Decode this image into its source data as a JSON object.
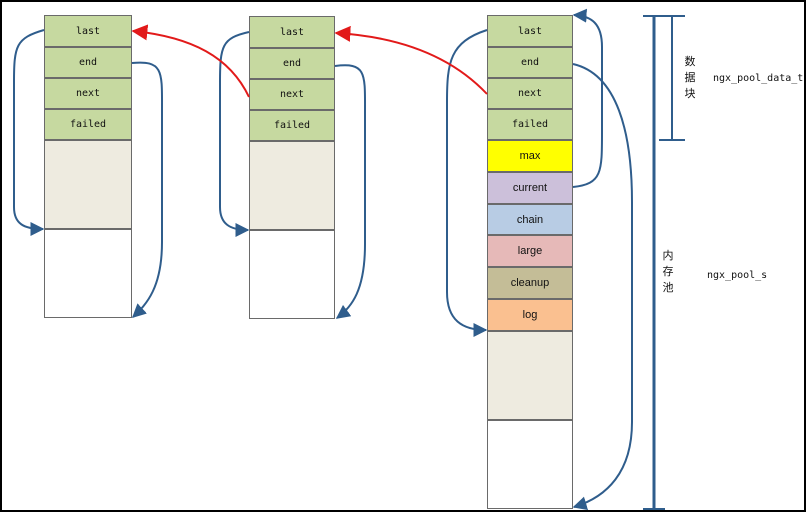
{
  "colors": {
    "header": "#c6d9a0",
    "gray": "#eeebe0",
    "max": "#ffff00",
    "current": "#ccc0da",
    "chain": "#b8cce4",
    "large": "#e6b9b8",
    "cleanup": "#c4bd97",
    "log": "#fac090",
    "blue_arrow": "#2f5d8c",
    "red_arrow": "#e21a1a"
  },
  "blocks": [
    {
      "fields": [
        "last",
        "end",
        "next",
        "failed"
      ]
    },
    {
      "fields": [
        "last",
        "end",
        "next",
        "failed"
      ]
    },
    {
      "fields": [
        "last",
        "end",
        "next",
        "failed"
      ],
      "pool_fields": [
        "max",
        "current",
        "chain",
        "large",
        "cleanup",
        "log"
      ]
    }
  ],
  "brackets": {
    "data_block": {
      "chars": [
        "数",
        "据",
        "块"
      ],
      "name": "ngx_pool_data_t"
    },
    "memory_pool": {
      "chars": [
        "内",
        "存",
        "池"
      ],
      "name": "ngx_pool_s"
    }
  }
}
